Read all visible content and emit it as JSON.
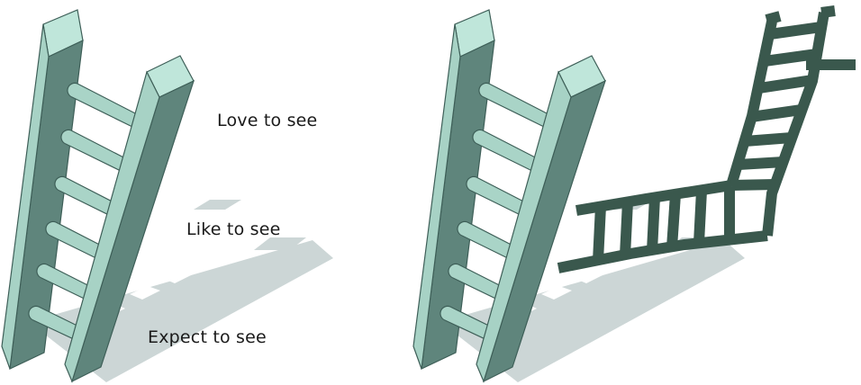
{
  "labels": {
    "love": "Love to see",
    "like": "Like to see",
    "expect": "Expect to see"
  },
  "colors": {
    "ladder_light": "#b5dfd3",
    "ladder_mid": "#a3cfc2",
    "ladder_dark": "#5f857c",
    "ladder_outline": "#3e5f58",
    "rung": "#a9d4c7",
    "shadow": "#ccd6d6",
    "dark_ladder": "#3a584d"
  }
}
